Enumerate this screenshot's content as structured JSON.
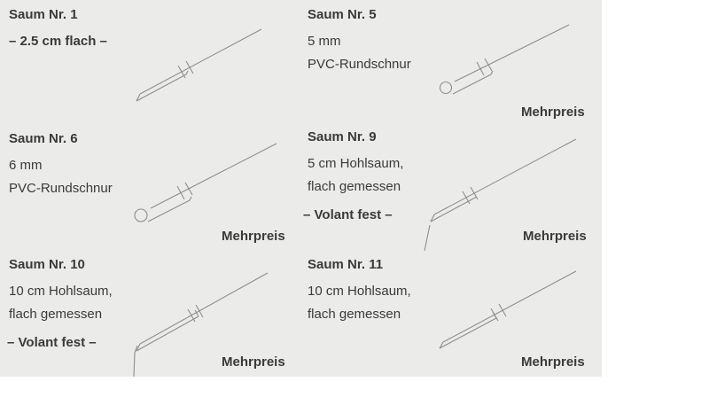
{
  "page": {
    "background_color": "#ebebe9",
    "text_color": "#3a3a38",
    "line_color": "#8d8d8b"
  },
  "cells": [
    {
      "title": "Saum Nr. 1",
      "desc": [
        "– 2.5 cm flach –"
      ],
      "note": "",
      "mehrpreis": "",
      "drawing": "plain-flat-hem"
    },
    {
      "title": "Saum Nr. 5",
      "desc": [
        "5 mm",
        "PVC-Rundschnur"
      ],
      "note": "",
      "mehrpreis": "Mehrpreis",
      "drawing": "hem-with-pvc-cord"
    },
    {
      "title": "Saum Nr. 6",
      "desc": [
        "6 mm",
        "PVC-Rundschnur"
      ],
      "note": "",
      "mehrpreis": "Mehrpreis",
      "drawing": "hem-with-pvc-cord"
    },
    {
      "title": "Saum Nr. 9",
      "desc": [
        "5 cm Hohlsaum,",
        "flach gemessen"
      ],
      "note": "– Volant fest –",
      "mehrpreis": "Mehrpreis",
      "drawing": "hollow-hem-with-valance"
    },
    {
      "title": "Saum Nr. 10",
      "desc": [
        "10 cm Hohlsaum,",
        "flach gemessen"
      ],
      "note": "– Volant fest –",
      "mehrpreis": "Mehrpreis",
      "drawing": "wide-hollow-hem-with-valance"
    },
    {
      "title": "Saum Nr. 11",
      "desc": [
        "10 cm Hohlsaum,",
        "flach gemessen"
      ],
      "note": "",
      "mehrpreis": "Mehrpreis",
      "drawing": "wide-hollow-hem"
    }
  ]
}
